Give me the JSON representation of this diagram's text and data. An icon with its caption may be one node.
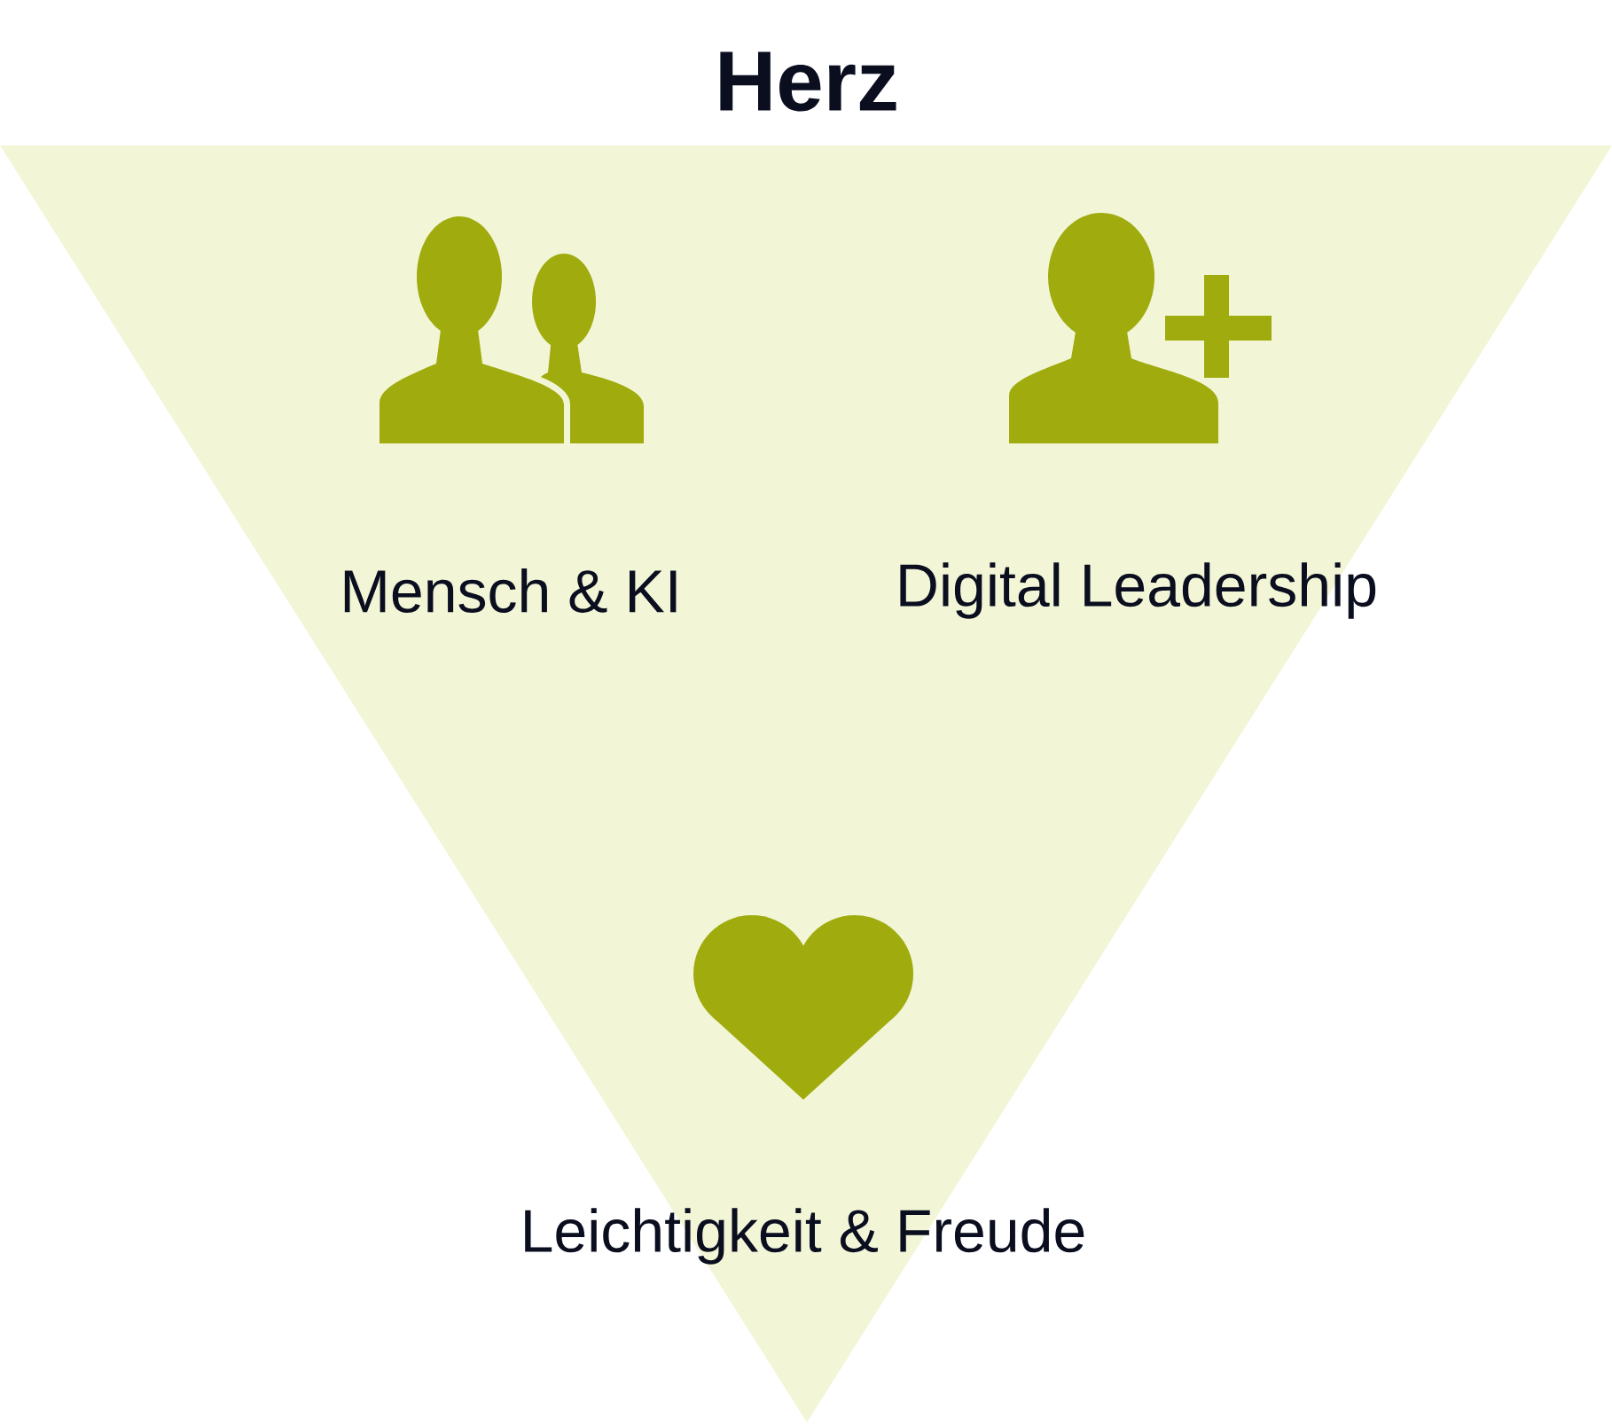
{
  "diagram": {
    "title": "Herz",
    "nodes": [
      {
        "text": [],
        "shape": "triangle"
      },
      {
        "text": [
          "Mensch & KI"
        ],
        "in": 0
      },
      {
        "text": [
          "Digital Leadership"
        ],
        "in": 0
      },
      {
        "text": [
          "Leichtigkeit & Freude"
        ],
        "in": 0
      }
    ]
  }
}
